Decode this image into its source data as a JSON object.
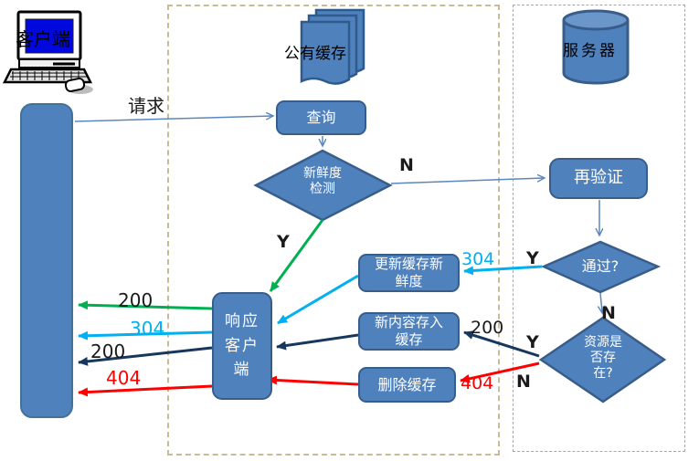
{
  "diagram": {
    "client": {
      "caption": "客户端"
    },
    "cache_section": {
      "caption": "公有缓存"
    },
    "server_section": {
      "caption": "服务器"
    },
    "nodes": {
      "query": {
        "label": "查询"
      },
      "freshness": {
        "line1": "新鲜度",
        "line2": "检测"
      },
      "revalidate": {
        "label": "再验证"
      },
      "pass": {
        "label": "通过?"
      },
      "update_freshness": {
        "line1": "更新缓存新",
        "line2": "鲜度"
      },
      "store_new": {
        "line1": "新内容存入",
        "line2": "缓存"
      },
      "delete_cache": {
        "label": "删除缓存"
      },
      "respond": {
        "line1": "响应",
        "line2": "客户",
        "line3": "端"
      }
    },
    "edge_labels": {
      "request": "请求",
      "freshness_no": "N",
      "freshness_yes": "Y",
      "pass_yes": "Y",
      "pass_no": "N",
      "exists_yes": "Y",
      "exists_no": "N",
      "code_304_server": "304",
      "code_200_server": "200",
      "code_404_server": "404",
      "code_200_green": "200",
      "code_304_client": "304",
      "code_200_navy": "200",
      "code_404_client": "404"
    },
    "colors": {
      "node_fill": "#4f81bd",
      "node_border": "#385d8a",
      "arrow_green": "#00b050",
      "arrow_cyan": "#00b0f0",
      "arrow_navy": "#17375e",
      "arrow_red": "#ff0000",
      "arrow_steel": "#5b87bd",
      "cache_border": "#c9bc94",
      "server_border": "#a6a6a6",
      "screen_blue": "#0008dd"
    }
  }
}
